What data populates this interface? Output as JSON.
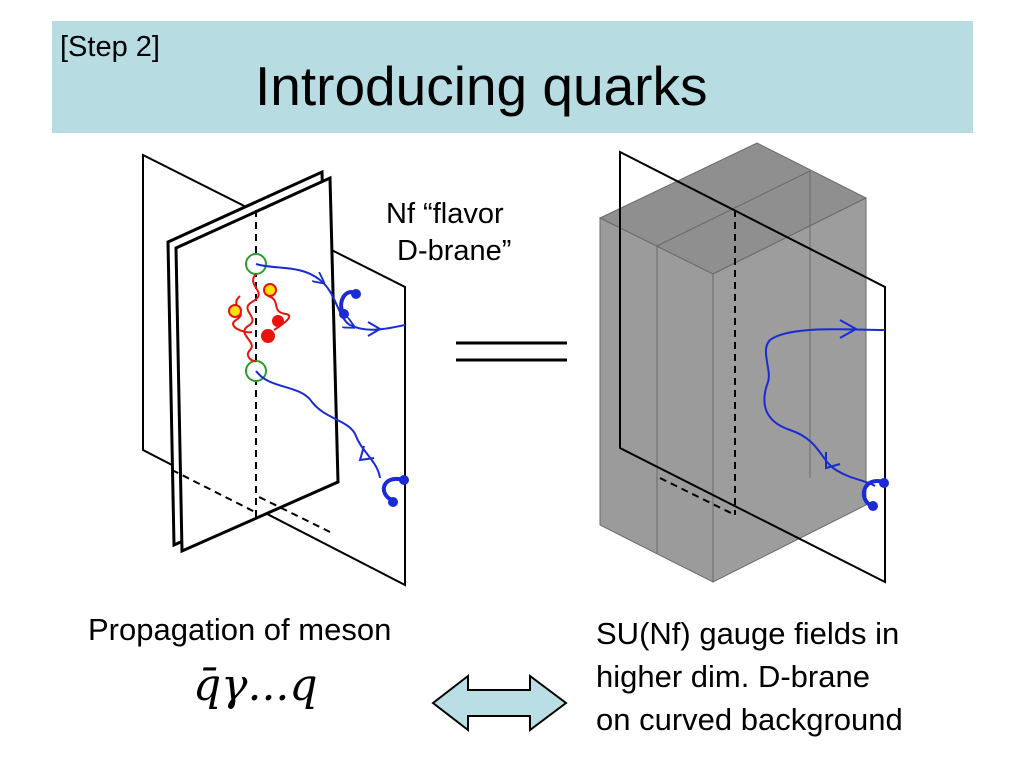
{
  "header": {
    "step": "[Step 2]",
    "title": "Introducing quarks"
  },
  "labels": {
    "brane_line1": "Nf “flavor",
    "brane_line2": "D-brane”"
  },
  "captions": {
    "left": "Propagation of meson",
    "formula": "q̄γ...q",
    "right_line1": "SU(Nf) gauge fields in",
    "right_line2": "higher dim. D-brane",
    "right_line3": "on curved background"
  },
  "colors": {
    "title_bar": "#b7dde3",
    "quark_line": "#1a2bd6",
    "gluon": "#e8130c",
    "vertex_ring": "#2a9d2a",
    "bulk_box": "#9b9b9b",
    "arrow_fill": "#b9dfe4"
  },
  "icons": {
    "equals": "equals-sign-icon",
    "double_arrow": "double-arrow-icon"
  }
}
